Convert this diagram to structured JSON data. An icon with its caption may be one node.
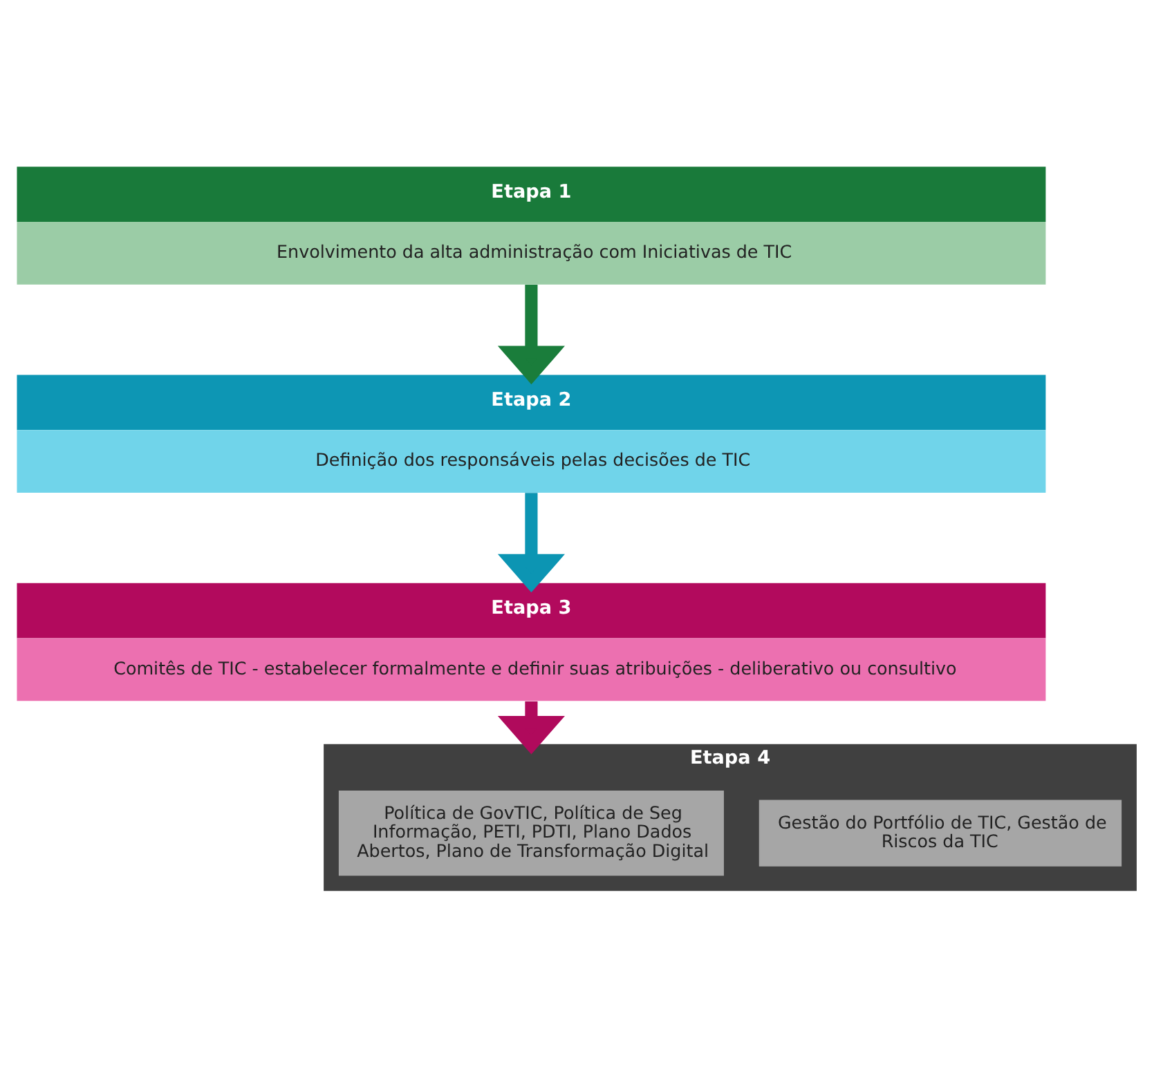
{
  "diagram": {
    "nodes": [
      {
        "text": [
          "Etapa 1",
          "Envolvimento da alta administração com Iniciativas de TIC"
        ]
      },
      {
        "text": [
          "Etapa 2",
          "Definição dos responsáveis pelas decisões de TIC"
        ]
      },
      {
        "text": [
          "Etapa 3",
          "Comitês de TIC - estabelecer formalmente e definir suas atribuições - deliberativo ou consultivo"
        ]
      },
      {
        "text": [
          "Etapa 4"
        ]
      },
      {
        "text": [
          "Política de GovTIC, Política de Seg Informação, PETI, PDTI, Plano Dados Abertos, Plano de Transformação Digital"
        ],
        "in": 3
      },
      {
        "text": [
          "Gestão do Portfólio de TIC, Gestão de Riscos da TIC"
        ],
        "in": 3
      }
    ],
    "edges": [
      {
        "from": 0,
        "to": 1,
        "arrow": "to",
        "color": "#1a7d3b"
      },
      {
        "from": 1,
        "to": 2,
        "arrow": "to",
        "color": "#0c95b3"
      },
      {
        "from": 2,
        "to": 3,
        "arrow": "to",
        "color": "#b00a5c"
      }
    ]
  }
}
